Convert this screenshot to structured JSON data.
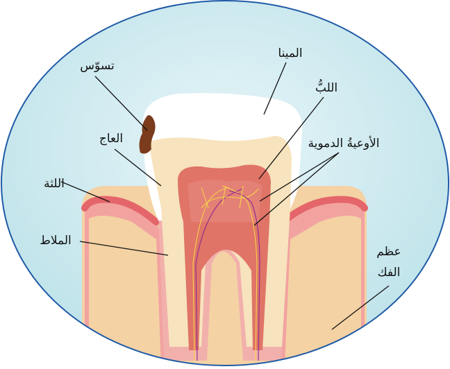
{
  "labels": {
    "caries": "تسوّس",
    "enamel": "المينا",
    "pulp": "اللبُّ",
    "dentin": "العاج",
    "blood_vessels": "الأوعيةُ الدموية",
    "gum": "اللثة",
    "cementum": "الملاط",
    "jaw_bone_line1": "عظم",
    "jaw_bone_line2": "الفك"
  },
  "colors": {
    "background": "#d3ecf1",
    "border": "#1f5aa6",
    "bone": "#f4d2a4",
    "gum": "#f2a3a0",
    "gum_edge": "#e4666a",
    "enamel": "#ffffff",
    "dentin": "#f7e3bd",
    "pulp": "#df7467",
    "caries": "#7b3c1e"
  }
}
